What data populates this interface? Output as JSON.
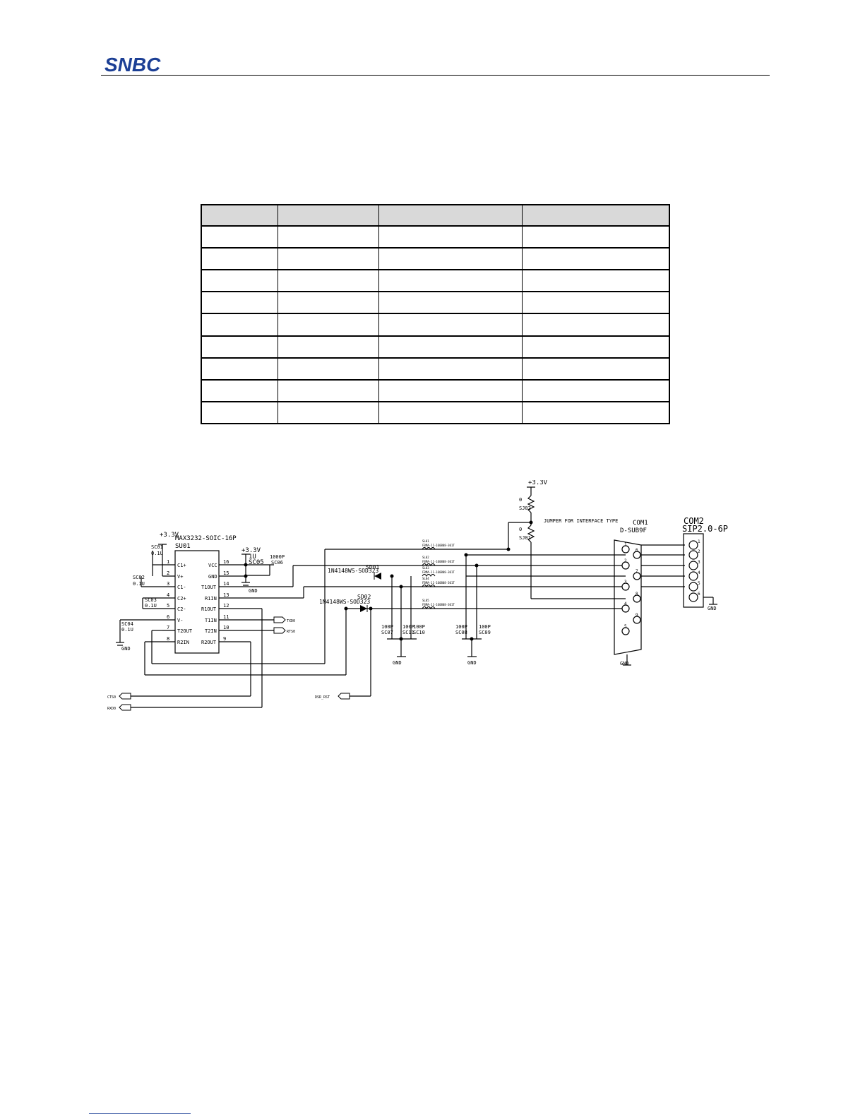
{
  "header": {
    "logo_text": "SNBC",
    "logo_color": "#1c3f95"
  },
  "pin_table": {
    "header_fill": "#d9d9d9",
    "columns": [
      "",
      "",
      "",
      ""
    ],
    "rows": [
      [
        "",
        "",
        "",
        ""
      ],
      [
        "",
        "",
        "",
        ""
      ],
      [
        "",
        "",
        "",
        ""
      ],
      [
        "",
        "",
        "",
        ""
      ],
      [
        "",
        "",
        "",
        ""
      ],
      [
        "",
        "",
        "",
        ""
      ],
      [
        "",
        "",
        "",
        ""
      ],
      [
        "",
        "",
        "",
        ""
      ],
      [
        "",
        "",
        "",
        ""
      ]
    ]
  },
  "schematic": {
    "ic": {
      "part": "MAX3232-SOIC-16P",
      "ref": "SU01",
      "left_pins": [
        {
          "num": "1",
          "name": "C1+"
        },
        {
          "num": "2",
          "name": "V+"
        },
        {
          "num": "3",
          "name": "C1-"
        },
        {
          "num": "4",
          "name": "C2+"
        },
        {
          "num": "5",
          "name": "C2-"
        },
        {
          "num": "6",
          "name": "V-"
        },
        {
          "num": "7",
          "name": "T2OUT"
        },
        {
          "num": "8",
          "name": "R2IN"
        }
      ],
      "right_pins": [
        {
          "num": "16",
          "name": "VCC"
        },
        {
          "num": "15",
          "name": "GND"
        },
        {
          "num": "14",
          "name": "T1OUT"
        },
        {
          "num": "13",
          "name": "R1IN"
        },
        {
          "num": "12",
          "name": "R1OUT"
        },
        {
          "num": "11",
          "name": "T1IN"
        },
        {
          "num": "10",
          "name": "T2IN"
        },
        {
          "num": "9",
          "name": "R2OUT"
        }
      ]
    },
    "power_ic": "+3.3V",
    "power_cap": "+3.3V",
    "power_jumper": "+3.3V",
    "gnd": "GND",
    "caps": {
      "sc01": {
        "ref": "SC01",
        "value": "0.1U"
      },
      "sc02": {
        "ref": "SC02",
        "value": "0.1U"
      },
      "sc03": {
        "ref": "SC03",
        "value": "0.1U"
      },
      "sc04": {
        "ref": "SC04",
        "value": "0.1U"
      },
      "sc05": {
        "ref": "SC05",
        "value": "1U"
      },
      "sc06": {
        "ref": "SC06",
        "value": "1000P"
      },
      "sc07": {
        "ref": "SC07",
        "value": "100P"
      },
      "sc11": {
        "ref": "SC11",
        "value": "100P"
      },
      "sc10": {
        "ref": "SC10",
        "value": "100P"
      },
      "sc08": {
        "ref": "SC08",
        "value": "100P"
      },
      "sc09": {
        "ref": "SC09",
        "value": "100P"
      }
    },
    "diodes": {
      "sd01": {
        "ref": "SD01",
        "part": "1N4148WS-SOD323"
      },
      "sd02": {
        "ref": "SD02",
        "part": "1N4148WS-SOD323"
      }
    },
    "ferrites": [
      {
        "ref": "SL01",
        "part": "FBMA-11-160808-301T"
      },
      {
        "ref": "SL02",
        "part": "FBMA-11-160808-301T"
      },
      {
        "ref": "SL03",
        "part": "FBMA-11-160808-301T"
      },
      {
        "ref": "SL04",
        "part": "FBMA-11-160808-301T"
      },
      {
        "ref": "SL05",
        "part": "FBMA-11-160808-301T"
      }
    ],
    "resistors": {
      "sj02": {
        "ref": "SJ02",
        "value": "0"
      },
      "sj01": {
        "ref": "SJ01",
        "value": "0"
      }
    },
    "jumper_note": "JUMPER FOR INTERFACE TYPE",
    "com1": {
      "ref": "COM1",
      "part": "D-SUB9F",
      "pins": [
        "1",
        "2",
        "3",
        "4",
        "5",
        "6",
        "7",
        "8",
        "9"
      ]
    },
    "com2": {
      "ref": "COM2",
      "part": "SIP2.0-6P",
      "pins": [
        "1",
        "2",
        "3",
        "4",
        "5",
        "6"
      ]
    },
    "nets": {
      "txd": "TXD0",
      "rts": "RTS0",
      "cts": "CTS0",
      "rxd": "RXD0",
      "rst": "DSR_RST"
    }
  }
}
